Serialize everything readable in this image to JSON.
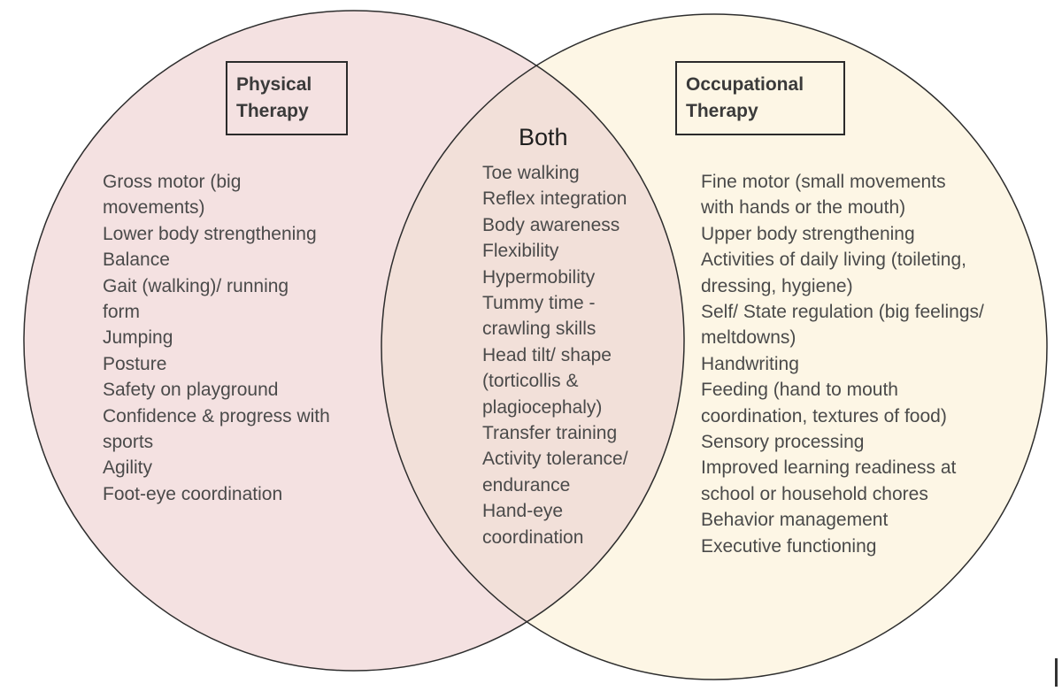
{
  "colors": {
    "left_circle_fill": "#f4e1e1",
    "right_circle_fill": "#fdf6e5",
    "overlap_fill": "#f2e0d9",
    "circle_stroke": "#2d2d2d"
  },
  "left": {
    "title": "Physical\nTherapy",
    "items": [
      "Gross motor (big\nmovements)",
      "Lower body strengthening",
      "Balance",
      "Gait (walking)/ running\n form",
      "Jumping",
      "Posture",
      "Safety on playground",
      "Confidence & progress with\nsports",
      "Agility",
      "Foot-eye coordination"
    ]
  },
  "both": {
    "title": "Both",
    "items": [
      "Toe walking",
      "Reflex integration",
      "Body awareness",
      "Flexibility",
      "Hypermobility",
      "Tummy time -\ncrawling skills",
      "Head tilt/ shape\n(torticollis &\nplagiocephaly)",
      "Transfer training",
      "Activity tolerance/\nendurance",
      "Hand-eye\ncoordination"
    ]
  },
  "right": {
    "title": "Occupational\nTherapy",
    "items": [
      "Fine motor (small movements\nwith hands or the mouth)",
      "Upper body strengthening",
      "Activities of daily living (toileting,\ndressing, hygiene)",
      "Self/ State regulation (big feelings/\nmeltdowns)",
      "Handwriting",
      "Feeding (hand to mouth\ncoordination, textures of food)",
      "Sensory processing",
      "Improved learning readiness at\nschool or household chores",
      "Behavior management",
      "Executive functioning"
    ]
  }
}
